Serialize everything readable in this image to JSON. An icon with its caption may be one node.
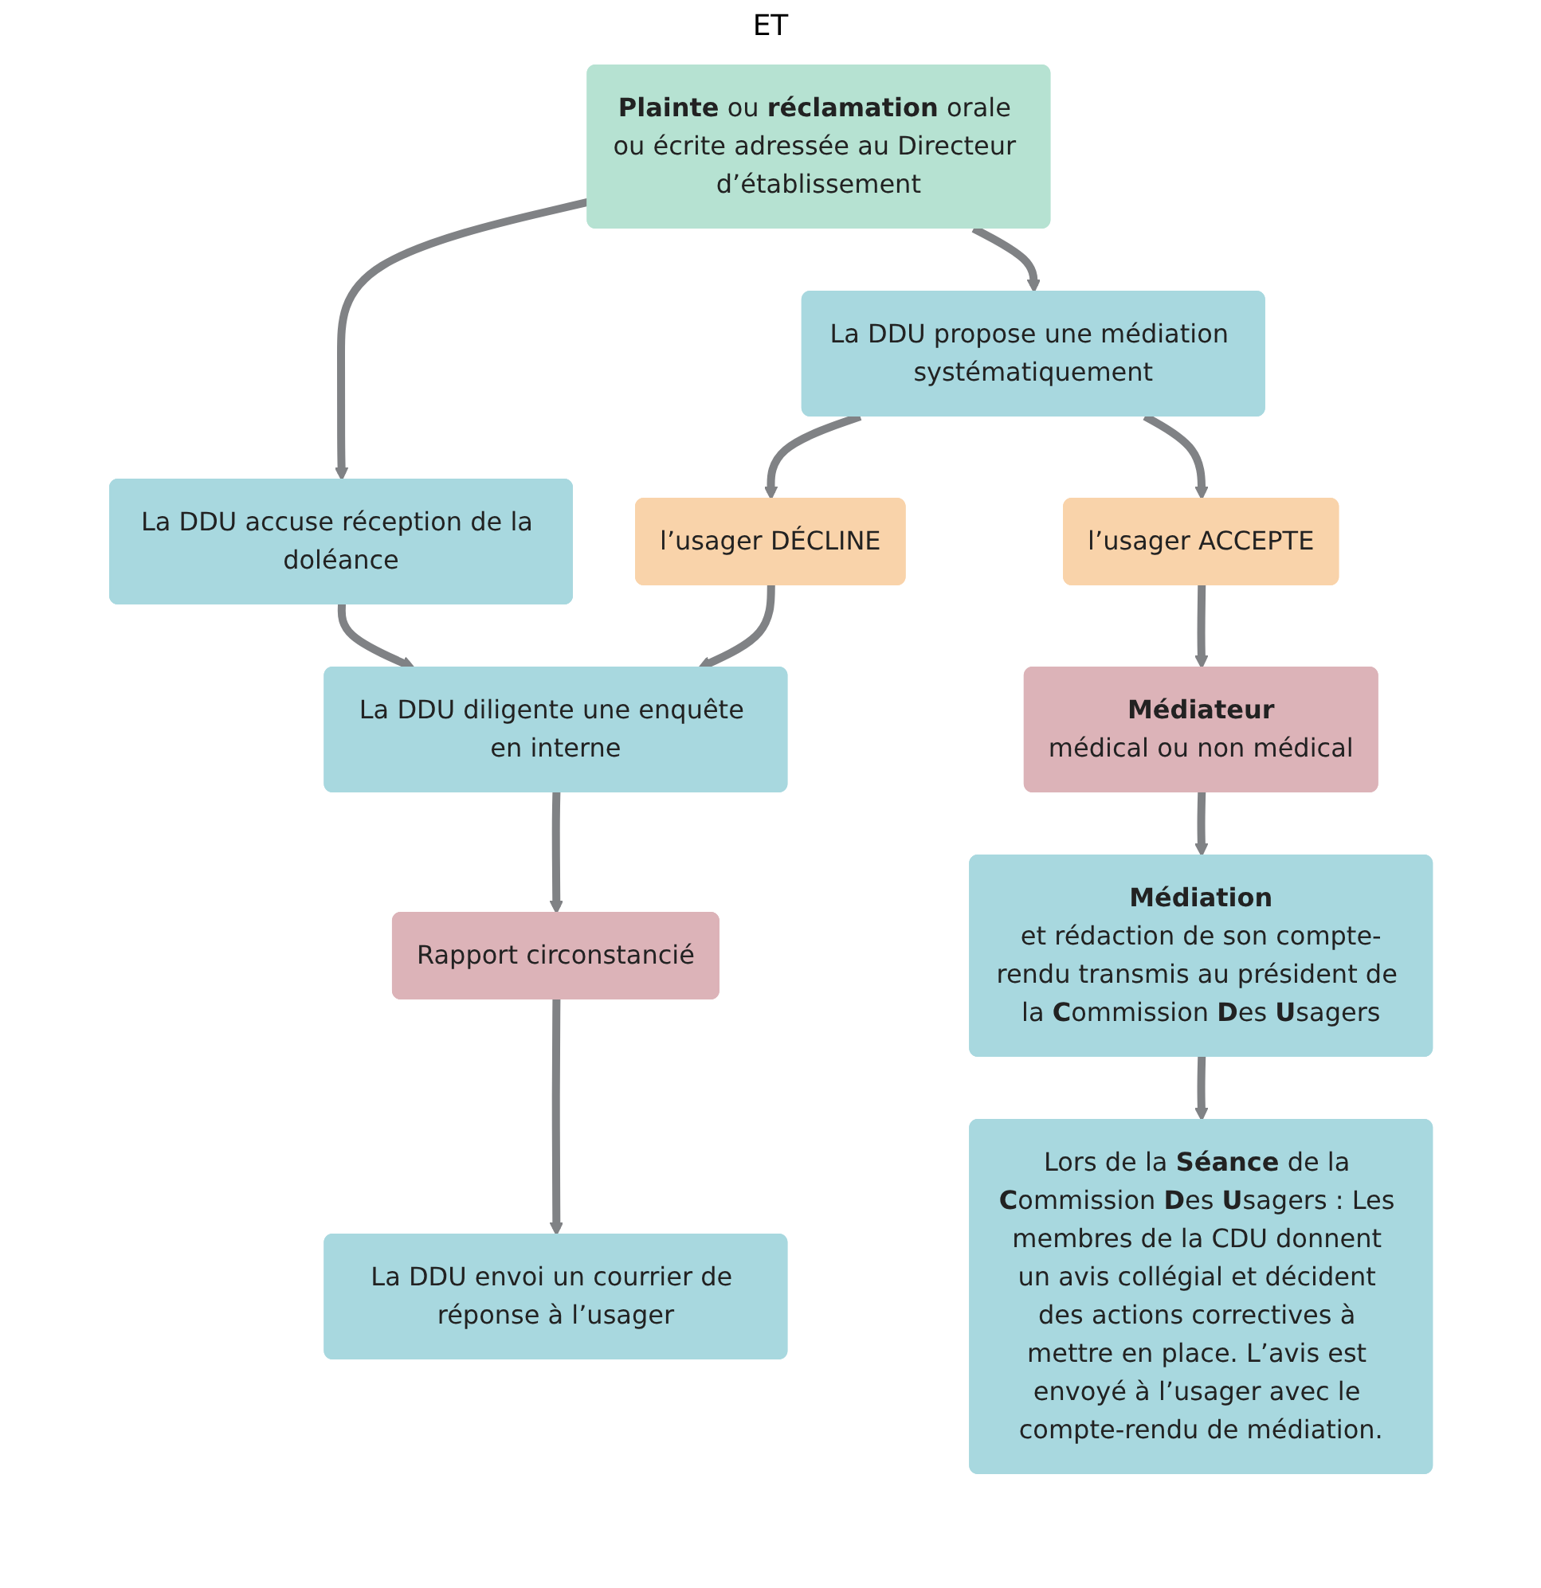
{
  "diagram": {
    "nodes": [
      {
        "text": [
          "**Plainte** ou **réclamation** orale ou écrite adressée au Directeur d’établissement"
        ]
      },
      {
        "text": [
          "La DDU accuse réception de la doléance"
        ]
      },
      {
        "text": [
          "La DDU propose une médiation systématiquement"
        ]
      },
      {
        "text": [
          "l’usager DÉCLINE"
        ]
      },
      {
        "text": [
          "l’usager ACCEPTE"
        ]
      },
      {
        "text": [
          "La DDU diligente une enquête en interne"
        ]
      },
      {
        "text": [
          "Médiateur",
          "médical ou non médical"
        ]
      },
      {
        "text": [
          "Rapport circonstancié"
        ]
      },
      {
        "text": [
          "Médiation",
          "et rédaction de son compte-rendu transmis au président de la **C**ommission **D**es **U**sagers"
        ]
      },
      {
        "text": [
          "La DDU envoi un courrier de réponse à l’usager"
        ]
      },
      {
        "text": [
          "Lors de la **Séance** de la **C**ommission **D**es **U**sagers : Les membres de la CDU donnent un avis collégial et décident des actions correctives à mettre en place. L’avis est envoyé à l’usager avec le compte-rendu de médiation."
        ]
      }
    ],
    "edges": [
      {
        "from": 0,
        "to": 1,
        "arrow": "to"
      },
      {
        "from": 0,
        "to": 2,
        "arrow": "to"
      },
      {
        "from": 2,
        "to": 3,
        "arrow": "to"
      },
      {
        "from": 2,
        "to": 4,
        "arrow": "to"
      },
      {
        "from": 1,
        "to": 5,
        "arrow": "to"
      },
      {
        "from": 3,
        "to": 5,
        "arrow": "to"
      },
      {
        "from": 4,
        "to": 6,
        "arrow": "to"
      },
      {
        "from": 5,
        "to": 7,
        "arrow": "to"
      },
      {
        "from": 6,
        "to": 8,
        "arrow": "to"
      },
      {
        "from": 7,
        "to": 9,
        "arrow": "to"
      },
      {
        "from": 8,
        "to": 10,
        "arrow": "to"
      }
    ],
    "labels": [
      "ET"
    ]
  }
}
